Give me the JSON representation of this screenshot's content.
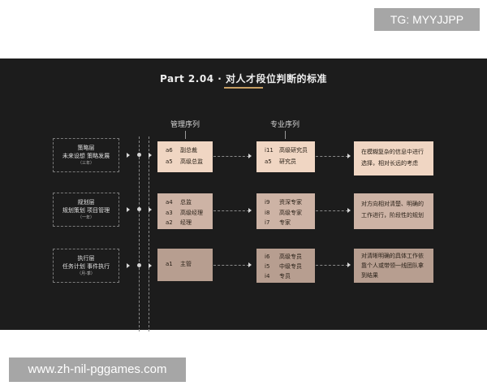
{
  "watermarks": {
    "top": "TG: MYYJJPP",
    "bottom": "www.zh-nil-pggames.com"
  },
  "diagram": {
    "title": "Part 2.04 · 对人才段位判断的标准",
    "columns": {
      "management": "管理序列",
      "professional": "专业序列"
    },
    "levels": [
      {
        "name": "策略层",
        "desc": "未来设想  策略发展",
        "period": "（三年）",
        "management": [
          {
            "code": "a6",
            "title": "副总裁"
          },
          {
            "code": "a5",
            "title": "高级总监"
          }
        ],
        "professional": [
          {
            "code": "i11",
            "title": "高级研究员"
          },
          {
            "code": "a5",
            "title": "研究员"
          }
        ],
        "description_lines": [
          "在模糊复杂的信息中进行",
          "选择，相对长远的考虑"
        ]
      },
      {
        "name": "规划层",
        "desc": "规划策划  项目管理",
        "period": "（一年）",
        "management": [
          {
            "code": "a4",
            "title": "总监"
          },
          {
            "code": "a3",
            "title": "高级经理"
          },
          {
            "code": "a2",
            "title": "经理"
          }
        ],
        "professional": [
          {
            "code": "i9",
            "title": "资深专家"
          },
          {
            "code": "i8",
            "title": "高级专家"
          },
          {
            "code": "i7",
            "title": "专家"
          }
        ],
        "description_lines": [
          "对方向相对清楚、明确的",
          "工作进行，阶段性的规划"
        ]
      },
      {
        "name": "执行层",
        "desc": "任务计划  事件执行",
        "period": "（月-季）",
        "management": [
          {
            "code": "a1",
            "title": "主管"
          }
        ],
        "professional": [
          {
            "code": "i6",
            "title": "高级专员"
          },
          {
            "code": "i5",
            "title": "中级专员"
          },
          {
            "code": "i4",
            "title": "专员"
          }
        ],
        "description_lines": [
          "对清晰明确的具体工作依",
          "靠个人或带领一线团队拿",
          "到结果"
        ]
      }
    ]
  }
}
